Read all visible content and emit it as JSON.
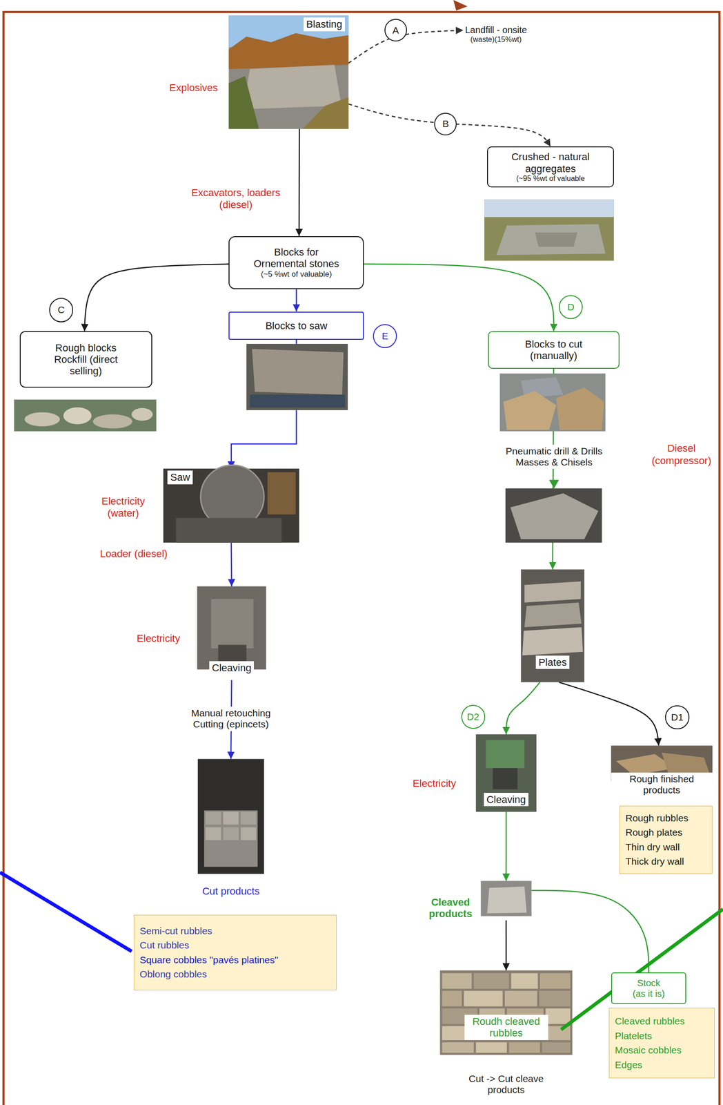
{
  "diagram": {
    "nodes": [
      {
        "text": [
          "Blasting"
        ]
      },
      {
        "text": [
          "A"
        ]
      },
      {
        "text": [
          "Landfill - onsite",
          "(waste)(15%wt)"
        ]
      },
      {
        "text": [
          "B"
        ]
      },
      {
        "text": [
          "Crushed - natural aggregates",
          "(~95 %wt of valuable"
        ]
      },
      {
        "text": [
          "Blocks for Ornemental stones",
          "(~5 %wt of valuable)"
        ]
      },
      {
        "text": [
          "C"
        ]
      },
      {
        "text": [
          "Rough blocks Rockfill (direct selling)"
        ]
      },
      {
        "text": [
          "Blocks to saw"
        ]
      },
      {
        "text": [
          "E"
        ]
      },
      {
        "text": [
          "D"
        ]
      },
      {
        "text": [
          "Blocks to cut (manually)"
        ]
      },
      {
        "text": [
          "Saw"
        ]
      },
      {
        "text": [
          "Cleaving"
        ]
      },
      {
        "text": [
          "Plates"
        ]
      },
      {
        "text": [
          "D2"
        ]
      },
      {
        "text": [
          "D1"
        ]
      },
      {
        "text": [
          "Cleaving"
        ]
      },
      {
        "text": [
          "Rough finished products"
        ]
      },
      {
        "text": [
          "Rough rubbles",
          "Rough plates",
          "Thin dry wall",
          "Thick dry wall"
        ]
      },
      {
        "text": [
          "Cut products"
        ]
      },
      {
        "text": [
          "Semi-cut rubbles",
          "Cut rubbles",
          "Square cobbles \"pavés platines\"",
          "Oblong cobbles"
        ]
      },
      {
        "text": [
          "Cleaved products"
        ]
      },
      {
        "text": [
          "Stock (as it is)"
        ]
      },
      {
        "text": [
          "Roudh cleaved rubbles",
          "Cut -> Cut cleave products"
        ]
      },
      {
        "text": [
          "Cleaved rubbles",
          "Platelets",
          "Mosaic cobbles",
          "Edges"
        ]
      }
    ],
    "edges": [
      {
        "from": 0,
        "to": 2,
        "arrow": "to"
      },
      {
        "from": 0,
        "to": 4,
        "arrow": "to"
      },
      {
        "from": 0,
        "to": 5,
        "arrow": "to"
      },
      {
        "from": 5,
        "to": 7,
        "arrow": "to"
      },
      {
        "from": 5,
        "to": 8,
        "arrow": "to"
      },
      {
        "from": 5,
        "to": 11,
        "arrow": "to"
      },
      {
        "from": 8,
        "to": 12,
        "arrow": "to"
      },
      {
        "from": 12,
        "to": 13,
        "arrow": "to"
      },
      {
        "from": 13,
        "to": 20,
        "label": "Manual retouching Cutting (epincets)",
        "arrow": "to"
      },
      {
        "from": 11,
        "to": 14,
        "label": "Pneumatic drill & Drills Masses & Chisels",
        "arrow": "to"
      },
      {
        "from": 14,
        "to": 17,
        "arrow": "to"
      },
      {
        "from": 14,
        "to": 18,
        "arrow": "to"
      },
      {
        "from": 17,
        "to": 22,
        "arrow": "to"
      },
      {
        "from": 22,
        "to": 24,
        "arrow": "to"
      },
      {
        "from": 22,
        "to": 23,
        "arrow": "none"
      }
    ],
    "labels": [
      "Explosives",
      "Excavators, loaders (diesel)",
      "Diesel (compressor)",
      "Electricity (water)",
      "Loader (diesel)",
      "Electricity",
      "Electricity"
    ]
  }
}
